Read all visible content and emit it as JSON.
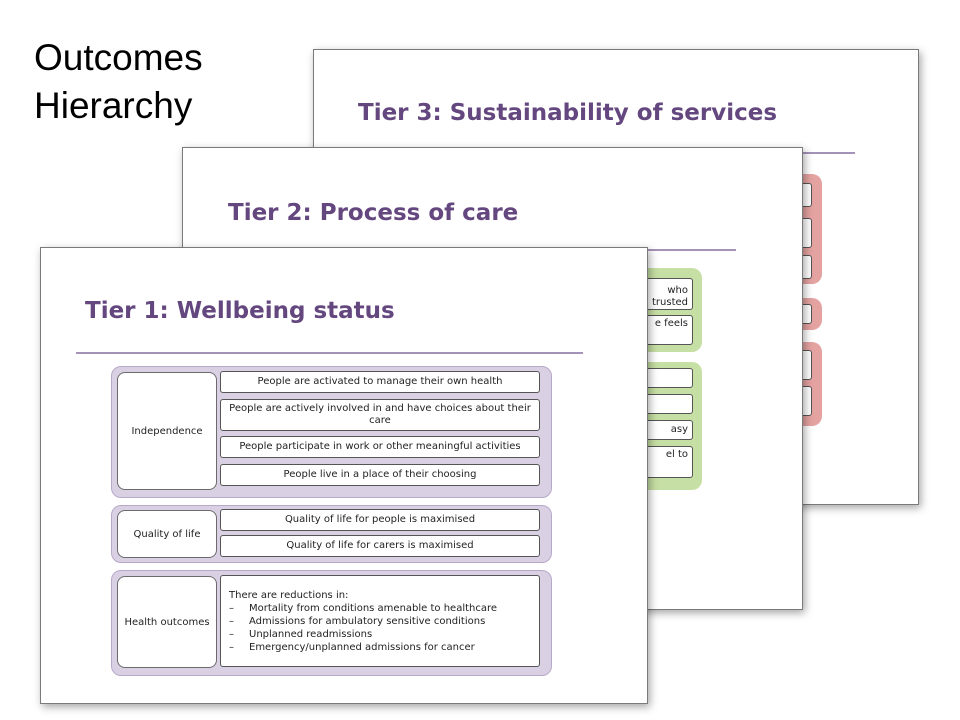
{
  "title": {
    "line1": "Outcomes",
    "line2": "Hierarchy"
  },
  "colors": {
    "tier1_band": "#d9d1e3",
    "tier1_border": "#b8a9c9",
    "tier2_band": "#c6dfa4",
    "tier3_band": "#e4a3a1",
    "heading": "#63477e"
  },
  "tier3": {
    "title": "Tier 3: Sustainability of services"
  },
  "tier2": {
    "title": "Tier 2: Process of care",
    "visible_fragments": [
      "who",
      "trusted",
      "e feels",
      "asy",
      "el to"
    ]
  },
  "tier1": {
    "title": "Tier 1: Wellbeing status",
    "groups": [
      {
        "label": "Independence",
        "items": [
          "People are activated to manage their own health",
          "People are actively involved in and have choices about their care",
          "People participate in work or other meaningful activities",
          "People live in a place of their choosing"
        ]
      },
      {
        "label": "Quality of life",
        "items": [
          "Quality of life for people is maximised",
          "Quality of life for carers is maximised"
        ]
      },
      {
        "label": "Health outcomes",
        "intro": "There are reductions in:",
        "bullets": [
          "Mortality from conditions  amenable to healthcare",
          "Admissions for ambulatory sensitive conditions",
          "Unplanned readmissions",
          "Emergency/unplanned admissions for cancer"
        ]
      }
    ]
  }
}
